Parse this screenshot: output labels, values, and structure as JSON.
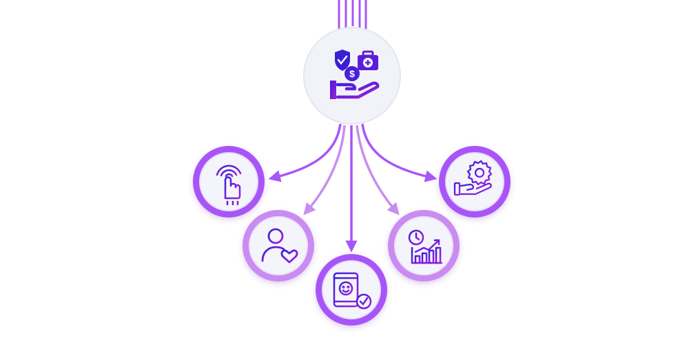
{
  "diagram": {
    "hub": {
      "icon": "insurance-benefits-icon"
    },
    "nodes": [
      {
        "id": "tap",
        "icon": "tap-hand-icon",
        "style": "dark"
      },
      {
        "id": "user-heart",
        "icon": "user-heart-icon",
        "style": "light"
      },
      {
        "id": "phone-smile",
        "icon": "phone-smile-check-icon",
        "style": "dark"
      },
      {
        "id": "clock-chart",
        "icon": "clock-growth-chart-icon",
        "style": "light"
      },
      {
        "id": "hand-gear",
        "icon": "hand-gear-icon",
        "style": "dark"
      }
    ]
  },
  "colors": {
    "dark_ring": "#a855f7",
    "light_ring": "#c98cf0",
    "icon_blue": "#3b1fd6",
    "icon_purple": "#9b1de0",
    "hub_fill": "#f1f3f8",
    "inner_fill": "#f3f5fa"
  }
}
